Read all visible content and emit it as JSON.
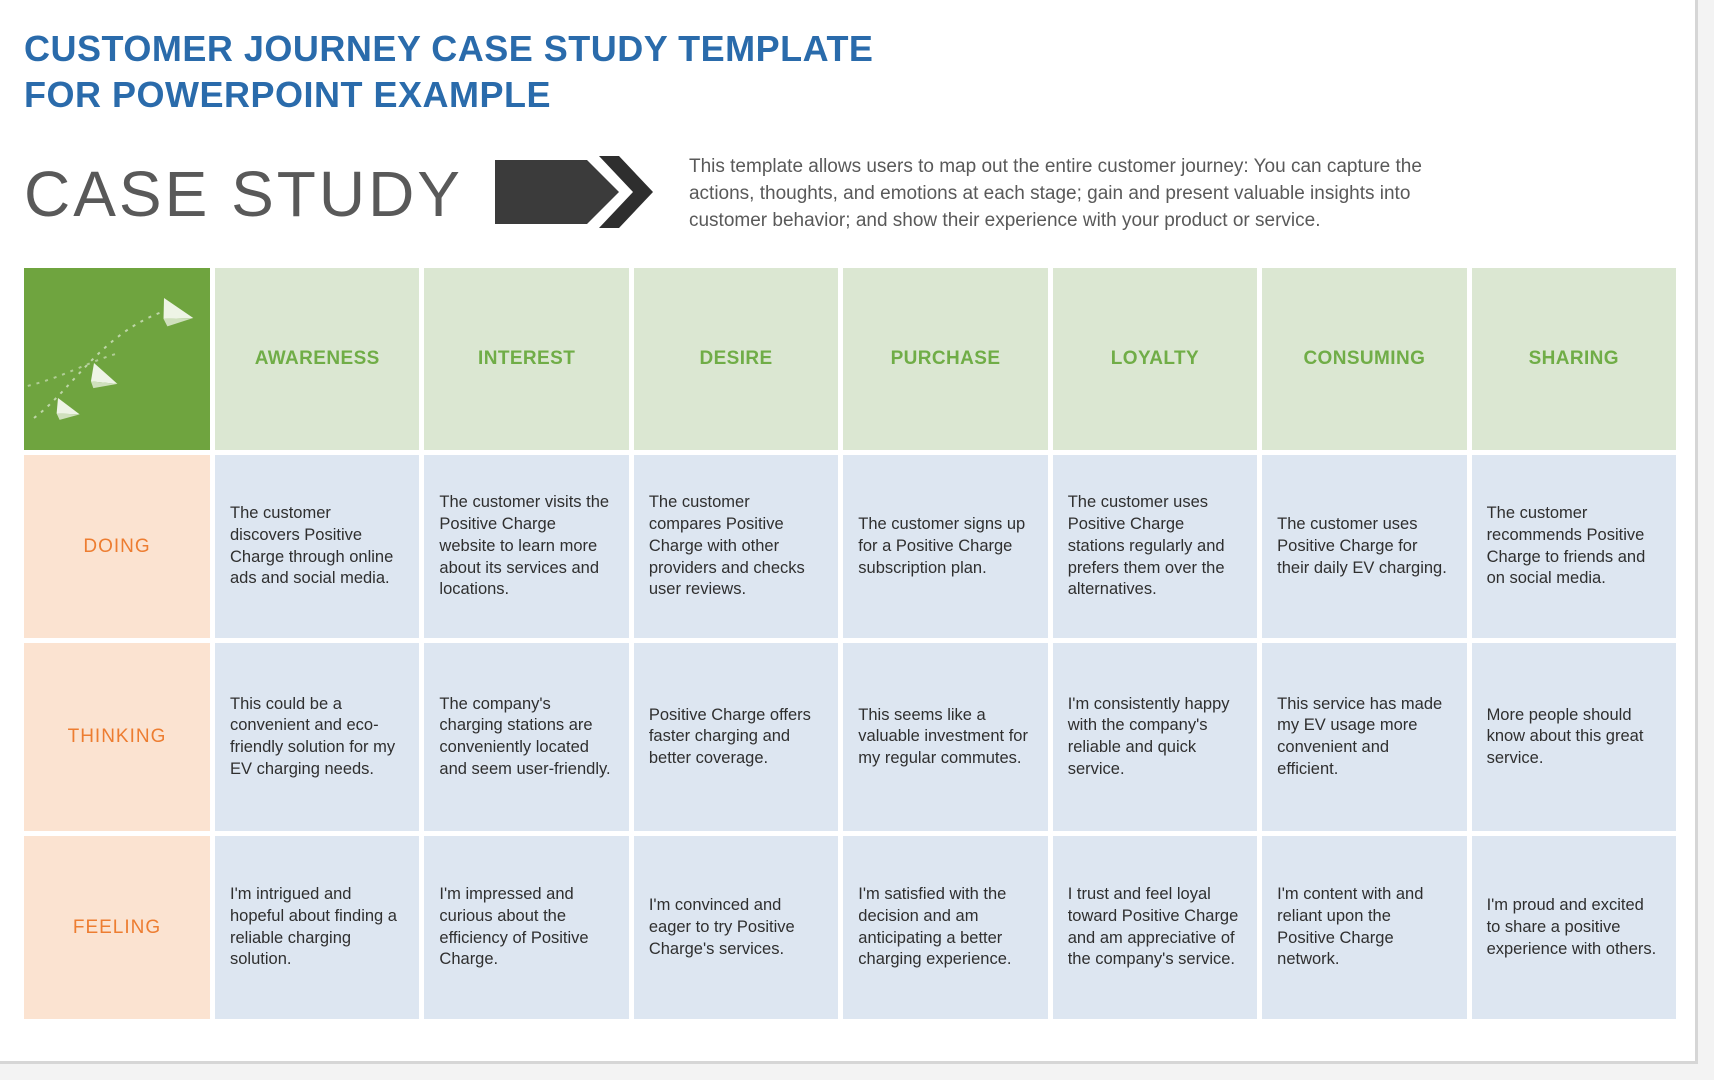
{
  "page": {
    "title_line1": "CUSTOMER JOURNEY CASE STUDY TEMPLATE",
    "title_line2": "FOR POWERPOINT EXAMPLE",
    "banner_title": "CASE STUDY",
    "description": "This template allows users to map out the entire customer journey: You can capture the actions, thoughts, and emotions at each stage; gain and present valuable insights into customer behavior; and show their experience with your product or service."
  },
  "colors": {
    "title_blue": "#2a6bab",
    "banner_gray": "#595959",
    "arrow_dark": "#3b3b3b",
    "corner_green": "#6fa43f",
    "stage_header_bg": "#dbe7d2",
    "stage_header_text": "#70ad47",
    "row_label_bg": "#fbe3d1",
    "row_label_text": "#ed7d31",
    "cell_bg": "#dde6f1"
  },
  "table": {
    "stages": [
      "AWARENESS",
      "INTEREST",
      "DESIRE",
      "PURCHASE",
      "LOYALTY",
      "CONSUMING",
      "SHARING"
    ],
    "rows": [
      {
        "label": "DOING",
        "cells": [
          "The customer discovers Positive Charge through online ads and social media.",
          "The customer visits the Positive Charge website to learn more about its services and locations.",
          "The customer compares Positive Charge with other providers and checks user reviews.",
          "The customer signs up for a Positive Charge subscription plan.",
          "The customer uses Positive Charge stations regularly and prefers them over the alternatives.",
          "The customer uses Positive Charge for their daily EV charging.",
          "The customer recommends Positive Charge to friends and on social media."
        ]
      },
      {
        "label": "THINKING",
        "cells": [
          "This could be a convenient and eco-friendly solution for my EV charging needs.",
          "The company's charging stations are conveniently located and seem user-friendly.",
          "Positive Charge offers faster charging and better coverage.",
          "This seems like a valuable investment for my regular commutes.",
          "I'm consistently happy with the company's reliable and quick service.",
          "This service has made my EV usage more convenient and efficient.",
          "More people should know about this great service."
        ]
      },
      {
        "label": "FEELING",
        "cells": [
          "I'm intrigued and hopeful about finding a reliable charging solution.",
          "I'm impressed and curious about the efficiency of Positive Charge.",
          "I'm convinced and eager to try Positive Charge's services.",
          "I'm satisfied with the decision and am anticipating a better charging experience.",
          "I trust and feel loyal toward Positive Charge and am appreciative of the company's service.",
          "I'm content with and reliant upon the Positive Charge network.",
          "I'm proud and excited to share a positive experience with others."
        ]
      }
    ]
  }
}
